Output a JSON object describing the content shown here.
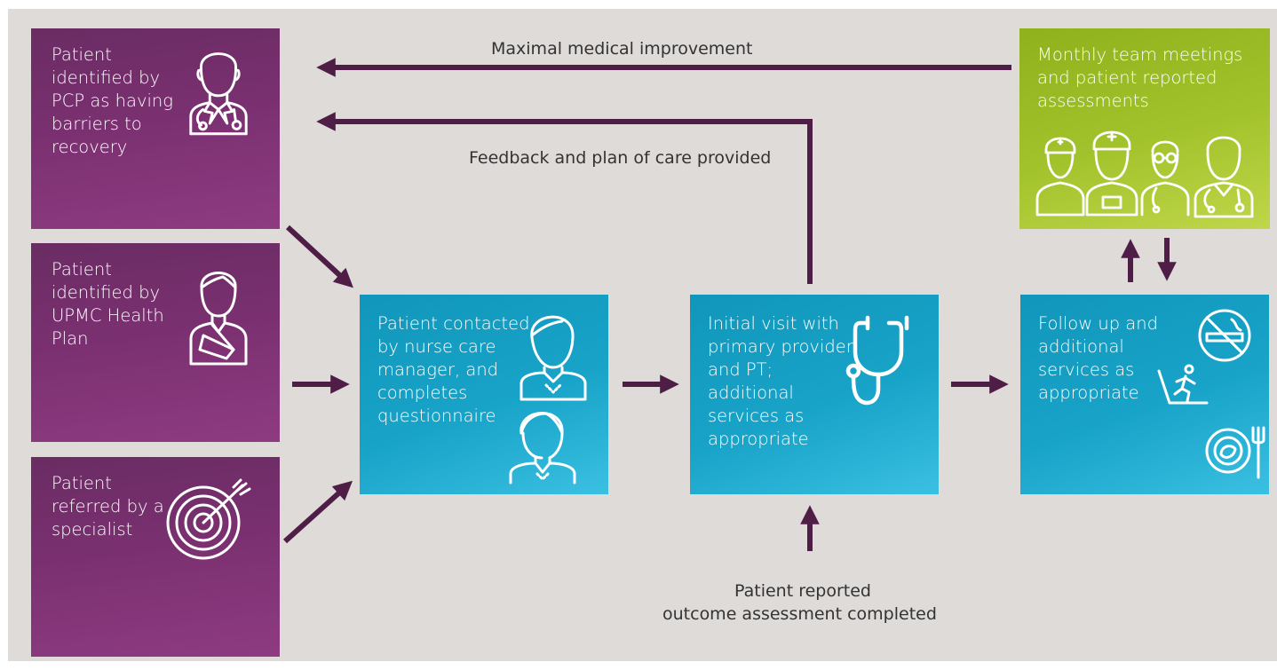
{
  "colors": {
    "purple": "#7a3070",
    "teal": "#18a3c8",
    "green": "#a3c32c",
    "arrow": "#4f1e47",
    "background": "#dedbd9"
  },
  "boxes": {
    "pcp": {
      "text": "Patient identified by PCP as having barriers to recovery",
      "icon": "doctor-icon"
    },
    "health_plan": {
      "text": "Patient identified by UPMC Health Plan",
      "icon": "injured-patient-icon"
    },
    "specialist": {
      "text": "Patient referred by a specialist",
      "icon": "target-icon"
    },
    "nurse": {
      "text": "Patient contacted by nurse care manager, and completes questionnaire",
      "icon": "nurse-care-manager-icon"
    },
    "initial_visit": {
      "text": "Initial visit with primary provider and PT; additional services as appropriate",
      "icon": "stethoscope-icon"
    },
    "follow_up": {
      "text": "Follow up and additional services as appropriate",
      "icons": [
        "no-smoking-icon",
        "treadmill-icon",
        "nutrition-icon"
      ]
    },
    "team": {
      "text": "Monthly team meetings and patient reported assessments",
      "icon": "care-team-icon"
    }
  },
  "labels": {
    "maximal": "Maximal medical improvement",
    "feedback": "Feedback and plan of care provided",
    "outcome_line1": "Patient reported",
    "outcome_line2": "outcome assessment completed"
  }
}
